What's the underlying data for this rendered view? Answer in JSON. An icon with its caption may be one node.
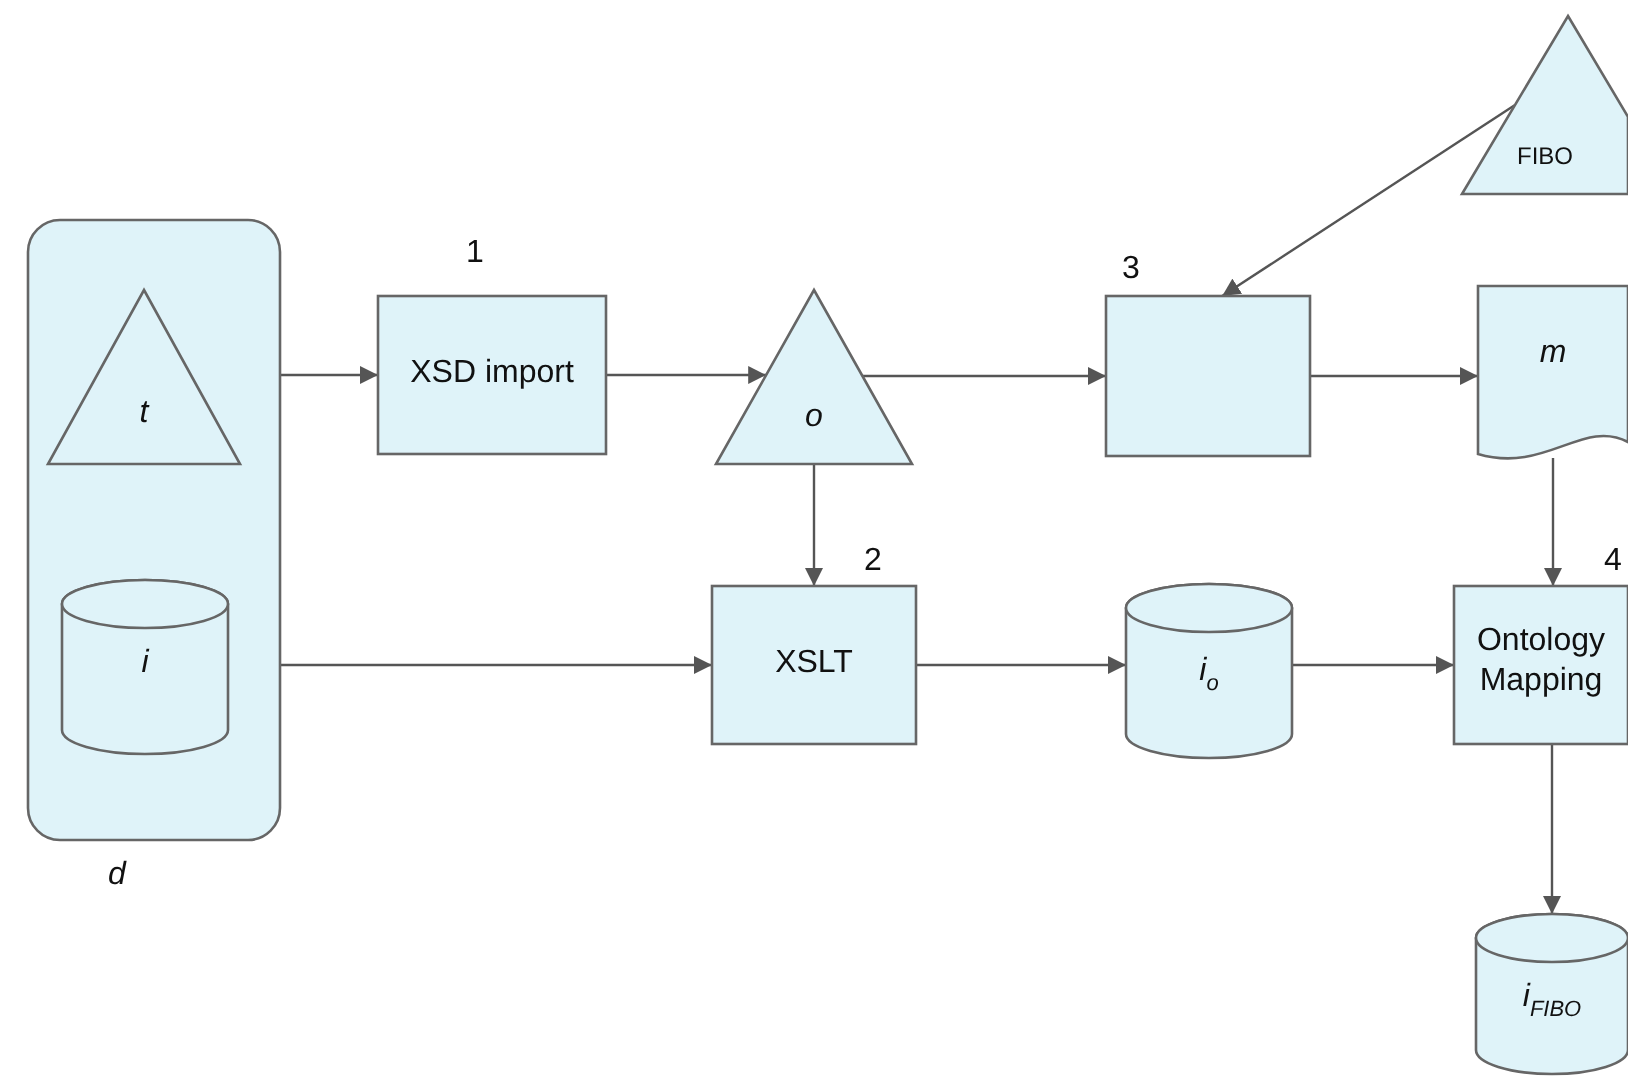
{
  "diagram": {
    "nodes": [
      {
        "text": [
          "d"
        ]
      },
      {
        "text": [
          "t"
        ],
        "in": 0
      },
      {
        "text": [
          "i"
        ],
        "in": 0
      },
      {
        "text": [
          "XSD import"
        ],
        "beside": [
          "1"
        ]
      },
      {
        "text": [
          "o"
        ]
      },
      {
        "text": [
          "XSLT"
        ],
        "beside": [
          "2"
        ]
      },
      {
        "text": [],
        "shape": "box",
        "beside": [
          "3"
        ]
      },
      {
        "text": [
          "FIBO"
        ]
      },
      {
        "text": [
          "m"
        ]
      },
      {
        "text": [
          "i$_{o}$"
        ]
      },
      {
        "text": [
          "Ontology Mapping"
        ],
        "beside": [
          "4"
        ]
      },
      {
        "text": [
          "i$_{FIBO}$"
        ]
      }
    ],
    "edges": [
      {
        "from": 1,
        "to": 3,
        "arrow": "to"
      },
      {
        "from": 3,
        "to": 4,
        "arrow": "to"
      },
      {
        "from": 4,
        "to": 6,
        "arrow": "to"
      },
      {
        "from": 7,
        "to": 6,
        "arrow": "to"
      },
      {
        "from": 6,
        "to": 8,
        "arrow": "to"
      },
      {
        "from": 4,
        "to": 5,
        "arrow": "to"
      },
      {
        "from": 2,
        "to": 5,
        "arrow": "to"
      },
      {
        "from": 5,
        "to": 9,
        "arrow": "to"
      },
      {
        "from": 9,
        "to": 10,
        "arrow": "to"
      },
      {
        "from": 8,
        "to": 10,
        "arrow": "to"
      },
      {
        "from": 10,
        "to": 11,
        "arrow": "to"
      }
    ]
  }
}
